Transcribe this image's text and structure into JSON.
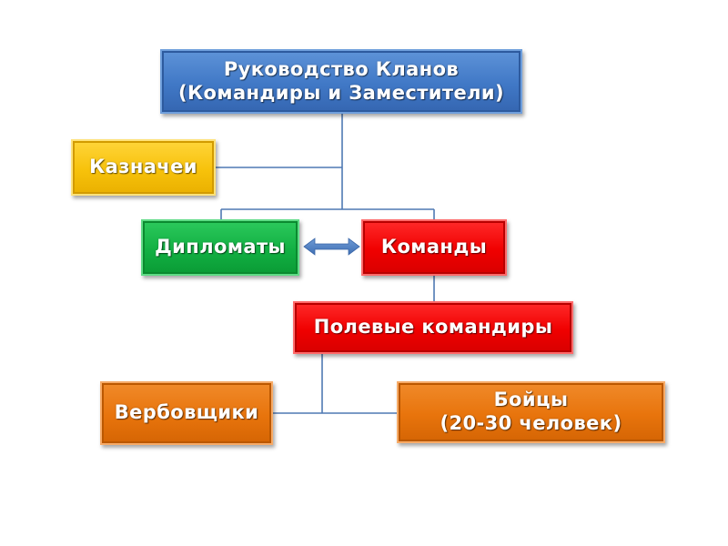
{
  "diagram": {
    "nodes": {
      "leadership": {
        "lines": [
          "Руководство Кланов",
          "(Командиры и Заместители)"
        ],
        "color": "#4a80c9"
      },
      "treasurers": {
        "lines": [
          "Казначеи"
        ],
        "color": "#f7c20b"
      },
      "diplomats": {
        "lines": [
          "Дипломаты"
        ],
        "color": "#12b043"
      },
      "teams": {
        "lines": [
          "Команды"
        ],
        "color": "#f00000"
      },
      "field_commanders": {
        "lines": [
          "Полевые командиры"
        ],
        "color": "#f00000"
      },
      "recruiters": {
        "lines": [
          "Вербовщики"
        ],
        "color": "#e8740c"
      },
      "fighters": {
        "lines": [
          "Бойцы",
          "(20-30 человек)"
        ],
        "color": "#e8740c"
      }
    },
    "edges": [
      {
        "from": "leadership",
        "to": "treasurers"
      },
      {
        "from": "leadership",
        "to": "diplomats"
      },
      {
        "from": "leadership",
        "to": "teams"
      },
      {
        "from": "teams",
        "to": "field_commanders"
      },
      {
        "from": "field_commanders",
        "to": "recruiters"
      },
      {
        "from": "field_commanders",
        "to": "fighters"
      },
      {
        "from": "diplomats",
        "to": "teams",
        "type": "double-arrow"
      }
    ],
    "line_color": "#4f79b3",
    "arrow_color": "#4f81bd"
  }
}
